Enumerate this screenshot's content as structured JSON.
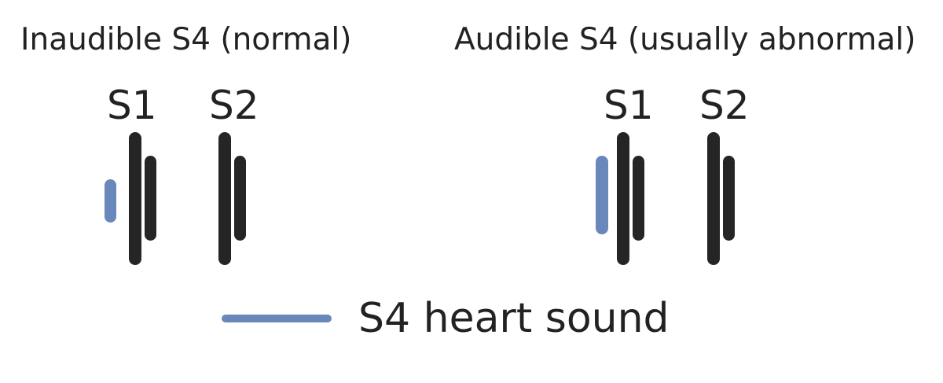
{
  "panels": {
    "left": {
      "title": "Inaudible S4 (normal)",
      "s1_label": "S1",
      "s2_label": "S2",
      "s4_audible": false
    },
    "right": {
      "title": "Audible S4 (usually abnormal)",
      "s1_label": "S1",
      "s2_label": "S2",
      "s4_audible": true
    }
  },
  "legend": {
    "label": "S4 heart sound",
    "color": "#6a87bc"
  },
  "colors": {
    "sound_bar": "#252525",
    "s4_bar": "#6a87bc",
    "text": "#222222"
  }
}
